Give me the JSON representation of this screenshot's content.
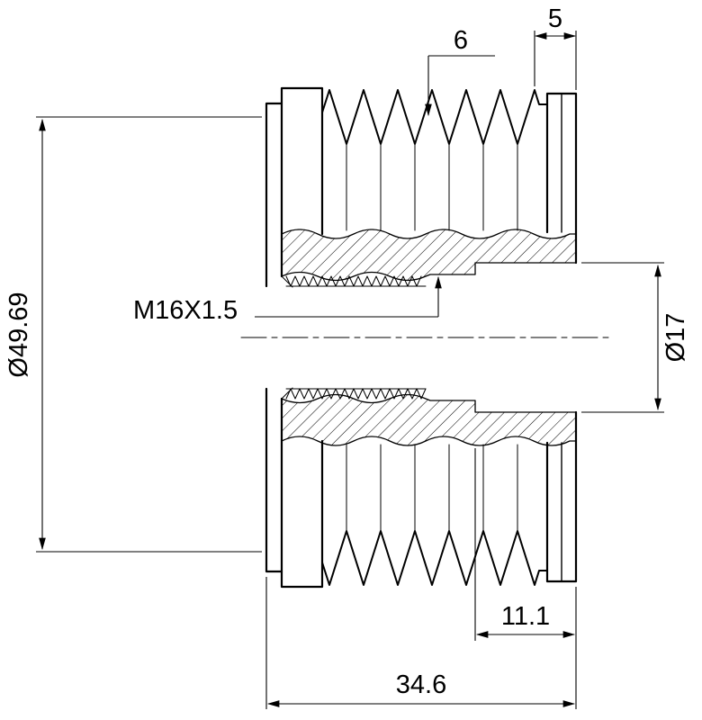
{
  "page": {
    "background_color": "#ffffff",
    "line_color": "#000000"
  },
  "drawing": {
    "type": "technical-cross-section",
    "subject": "belt pulley cross-section drawing",
    "labels": {
      "outer_diameter": "Ø49.69",
      "thread_spec": "M16X1.5",
      "bore_diameter": "Ø17",
      "groove_ref": "6",
      "flange_width": "5",
      "bore_depth": "11.1",
      "overall_width": "34.6"
    }
  }
}
